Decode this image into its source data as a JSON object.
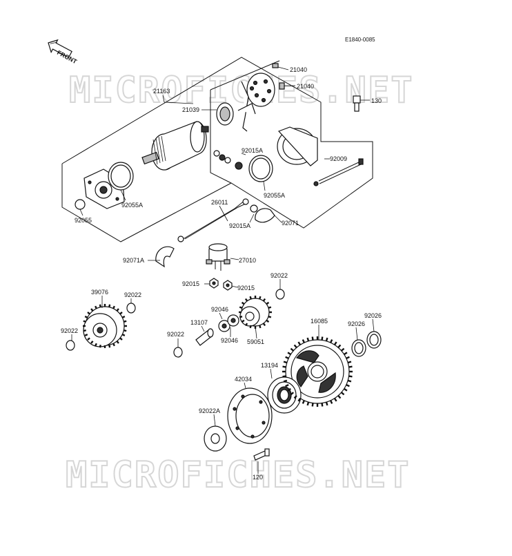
{
  "diagram": {
    "reference": "E1840-0085",
    "front_label": "FRONT",
    "watermark": "MICROFICHES.NET",
    "parts": [
      {
        "id": "p21040a",
        "label": "21040"
      },
      {
        "id": "p21040b",
        "label": "21040"
      },
      {
        "id": "p21163",
        "label": "21163"
      },
      {
        "id": "p130",
        "label": "130"
      },
      {
        "id": "p21039",
        "label": "21039"
      },
      {
        "id": "p92015A_a",
        "label": "92015A"
      },
      {
        "id": "p92009",
        "label": "92009"
      },
      {
        "id": "p92055A_a",
        "label": "92055A"
      },
      {
        "id": "p92055A_b",
        "label": "92055A"
      },
      {
        "id": "p26011",
        "label": "26011"
      },
      {
        "id": "p92055",
        "label": "92055"
      },
      {
        "id": "p92015A_b",
        "label": "92015A"
      },
      {
        "id": "p92071",
        "label": "92071"
      },
      {
        "id": "p92071A",
        "label": "92071A"
      },
      {
        "id": "p27010",
        "label": "27010"
      },
      {
        "id": "p92015_a",
        "label": "92015"
      },
      {
        "id": "p92015_b",
        "label": "92015"
      },
      {
        "id": "p92022_a",
        "label": "92022"
      },
      {
        "id": "p39076",
        "label": "39076"
      },
      {
        "id": "p92022_b",
        "label": "92022"
      },
      {
        "id": "p92046_a",
        "label": "92046"
      },
      {
        "id": "p13107",
        "label": "13107"
      },
      {
        "id": "p92022_c",
        "label": "92022"
      },
      {
        "id": "p92022_d",
        "label": "92022"
      },
      {
        "id": "p92046_b",
        "label": "92046"
      },
      {
        "id": "p59051",
        "label": "59051"
      },
      {
        "id": "p16085",
        "label": "16085"
      },
      {
        "id": "p92026_a",
        "label": "92026"
      },
      {
        "id": "p92026_b",
        "label": "92026"
      },
      {
        "id": "p13194",
        "label": "13194"
      },
      {
        "id": "p42034",
        "label": "42034"
      },
      {
        "id": "p92022A",
        "label": "92022A"
      },
      {
        "id": "p120",
        "label": "120"
      }
    ]
  }
}
